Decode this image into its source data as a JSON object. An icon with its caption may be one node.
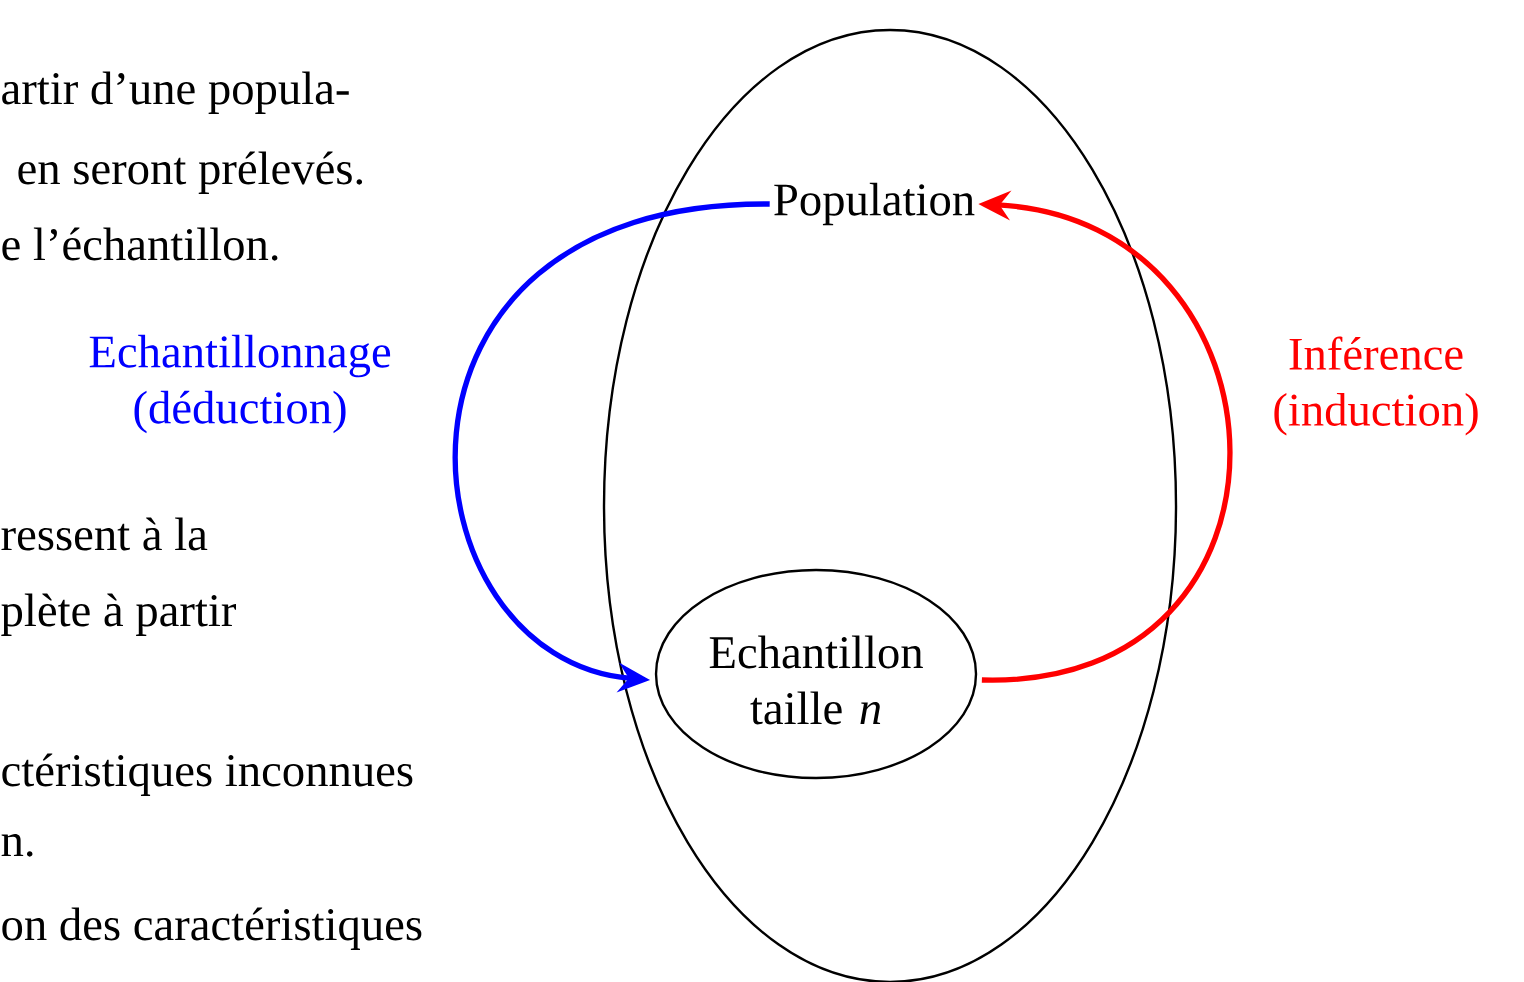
{
  "diagram": {
    "nodes": [
      {
        "text": [],
        "shape": "ellipse"
      },
      {
        "text": [
          "Population"
        ],
        "in": 0
      },
      {
        "text": [
          "Echantillon taille *n*"
        ],
        "in": 0
      }
    ],
    "edges": [
      {
        "from": 1,
        "to": 2,
        "arrow": "to",
        "label": "Echantillonnage (déduction)",
        "color": "#0000ff"
      },
      {
        "from": 2,
        "to": 1,
        "arrow": "to",
        "label": "Inférence (induction)",
        "color": "#ff0000"
      }
    ],
    "labels": [
      "artir d’une popula-",
      "en seront prélevés.",
      "e l’échantillon.",
      "ressent à la",
      "plète à partir",
      "ctéristiques inconnues",
      "n.",
      "on des caractéristiques"
    ]
  }
}
